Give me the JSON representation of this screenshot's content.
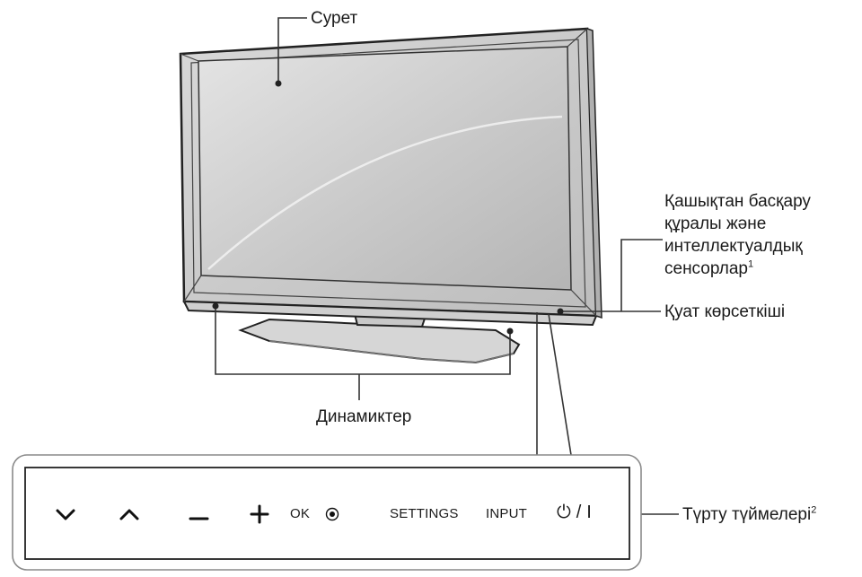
{
  "labels": {
    "screen": "Сурет",
    "sensors_lines": [
      "Қашықтан басқару",
      "құралы және",
      "интеллектуалдық",
      "сенсорлар"
    ],
    "sensors_sup": "1",
    "power_indicator": "Қуат көрсеткіші",
    "speakers": "Динамиктер",
    "touch_buttons": "Түрту түймелері",
    "touch_buttons_sup": "2"
  },
  "buttons": {
    "down_icon": "chevron-down-icon",
    "up_icon": "chevron-up-icon",
    "minus_icon": "minus-icon",
    "plus_icon": "plus-icon",
    "ok": "OK",
    "ok_icon": "radio-dot-icon",
    "settings": "SETTINGS",
    "input": "INPUT",
    "power": "⏻ / I"
  }
}
